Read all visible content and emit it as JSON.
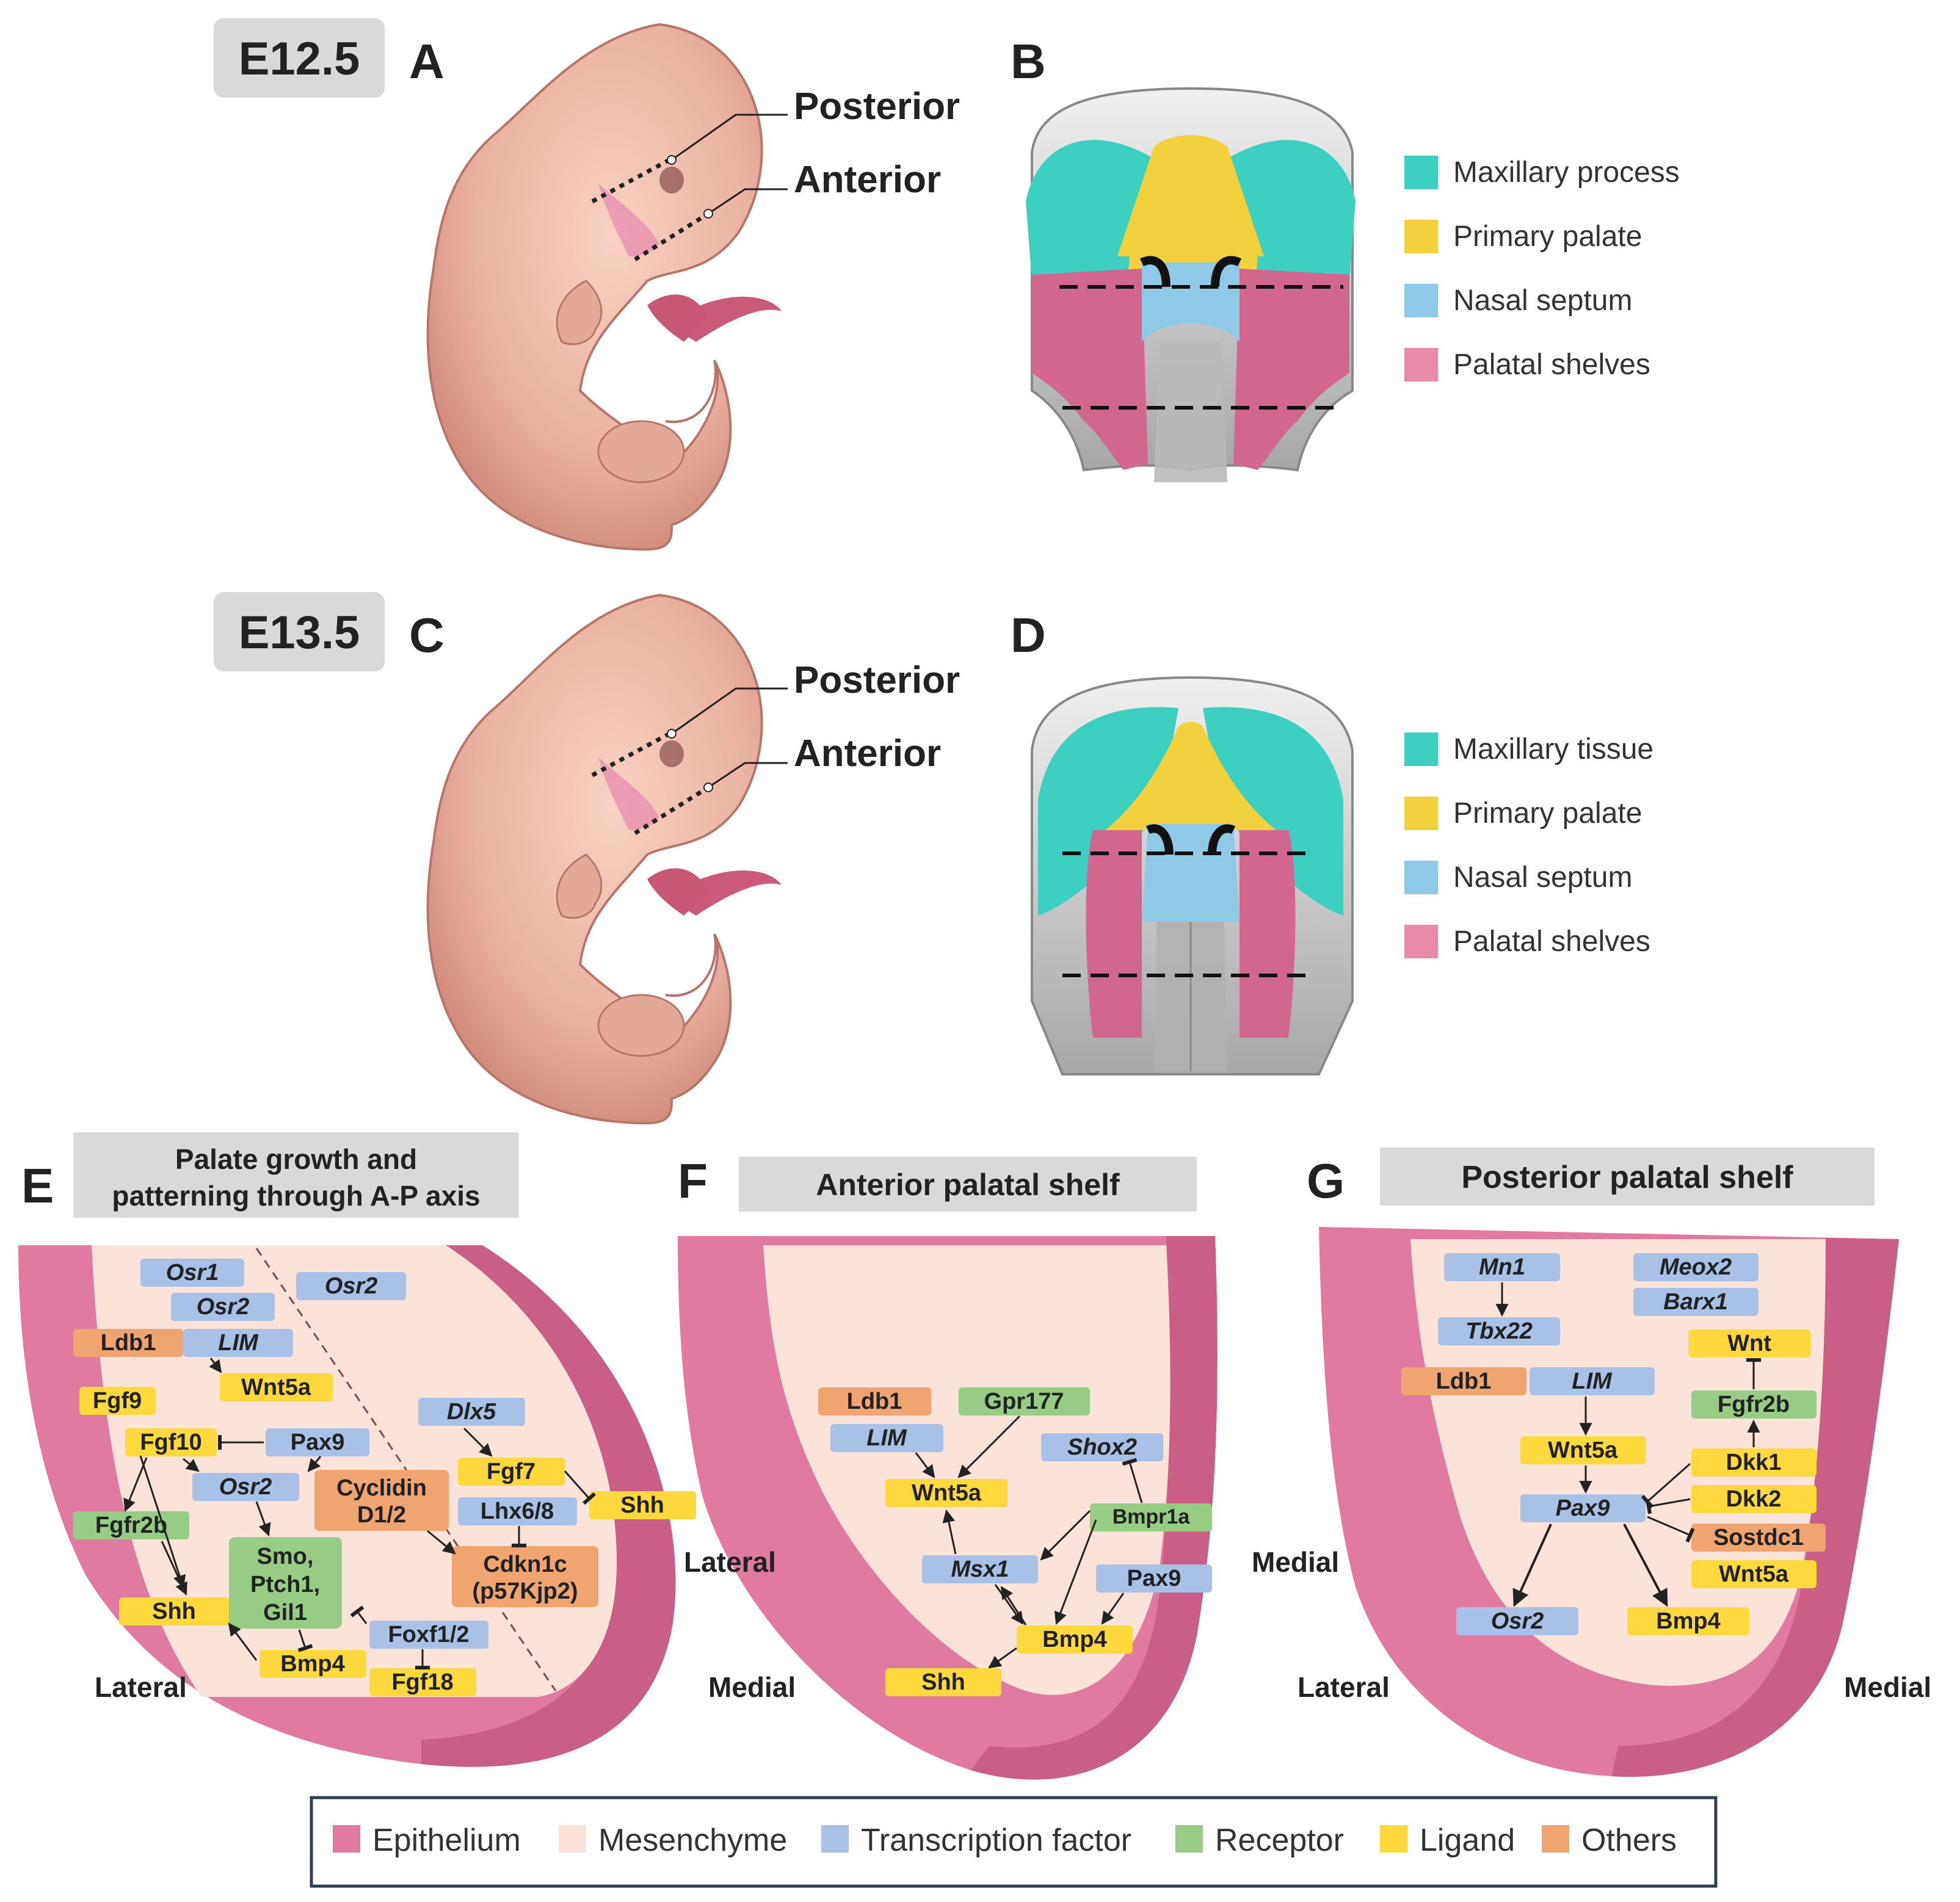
{
  "colors": {
    "epithelium": "#e07aa0",
    "epithelium_dark": "#c95f87",
    "mesenchyme": "#fbe3da",
    "transcription_factor": "#a9c1e6",
    "receptor": "#97cc85",
    "ligand": "#ffd83e",
    "others": "#f0a46f",
    "maxillary": "#3dcfc0",
    "primary_palate": "#f3d03d",
    "nasal_septum": "#8fc9e8",
    "palatal_shelves": "#d1668e",
    "header_gray": "#d9d9d9"
  },
  "stage_ab": "E12.5",
  "stage_cd": "E13.5",
  "panel_letters": {
    "a": "A",
    "b": "B",
    "c": "C",
    "d": "D",
    "e": "E",
    "f": "F",
    "g": "G"
  },
  "embryo_labels": {
    "posterior": "Posterior",
    "anterior": "Anterior"
  },
  "legend_b": {
    "maxillary": "Maxillary process",
    "primary": "Primary palate",
    "septum": "Nasal septum",
    "shelves": "Palatal shelves"
  },
  "legend_d": {
    "maxillary": "Maxillary tissue",
    "primary": "Primary palate",
    "septum": "Nasal septum",
    "shelves": "Palatal shelves"
  },
  "header_e_line1": "Palate growth and",
  "header_e_line2": "patterning through A-P axis",
  "header_f": "Anterior palatal shelf",
  "header_g": "Posterior palatal shelf",
  "side": {
    "lateral": "Lateral",
    "medial": "Medial"
  },
  "genes_e": {
    "osr1": "Osr1",
    "osr2a": "Osr2",
    "osr2b": "Osr2",
    "ldb1": "Ldb1",
    "lim": "LIM",
    "fgf9": "Fgf9",
    "wnt5a": "Wnt5a",
    "fgf10": "Fgf10",
    "pax9": "Pax9",
    "osr2c": "Osr2",
    "cyclin1": "Cyclidin",
    "cyclin2": "D1/2",
    "fgfr2b": "Fgfr2b",
    "smo1": "Smo,",
    "smo2": "Ptch1,",
    "smo3": "Gil1",
    "shh1": "Shh",
    "bmp4": "Bmp4",
    "foxf": "Foxf1/2",
    "fgf18": "Fgf18",
    "dlx5": "Dlx5",
    "fgf7": "Fgf7",
    "shh2": "Shh",
    "lhx": "Lhx6/8",
    "cdkn1": "Cdkn1c",
    "cdkn2": "(p57Kjp2)"
  },
  "genes_f": {
    "ldb1": "Ldb1",
    "lim": "LIM",
    "gpr177": "Gpr177",
    "shox2": "Shox2",
    "wnt5a": "Wnt5a",
    "bmpr1a": "Bmpr1a",
    "msx1": "Msx1",
    "pax9": "Pax9",
    "bmp4": "Bmp4",
    "shh": "Shh"
  },
  "genes_g": {
    "mn1": "Mn1",
    "meox2": "Meox2",
    "barx1": "Barx1",
    "tbx22": "Tbx22",
    "ldb1": "Ldb1",
    "lim": "LIM",
    "wnt": "Wnt",
    "fgfr2b": "Fgfr2b",
    "wnt5a": "Wnt5a",
    "dkk1": "Dkk1",
    "pax9": "Pax9",
    "dkk2": "Dkk2",
    "sostdc1": "Sostdc1",
    "wnt5a2": "Wnt5a",
    "osr2": "Osr2",
    "bmp4": "Bmp4"
  },
  "legend_bottom": {
    "epithelium": "Epithelium",
    "mesenchyme": "Mesenchyme",
    "tf": "Transcription factor",
    "receptor": "Receptor",
    "ligand": "Ligand",
    "others": "Others"
  }
}
